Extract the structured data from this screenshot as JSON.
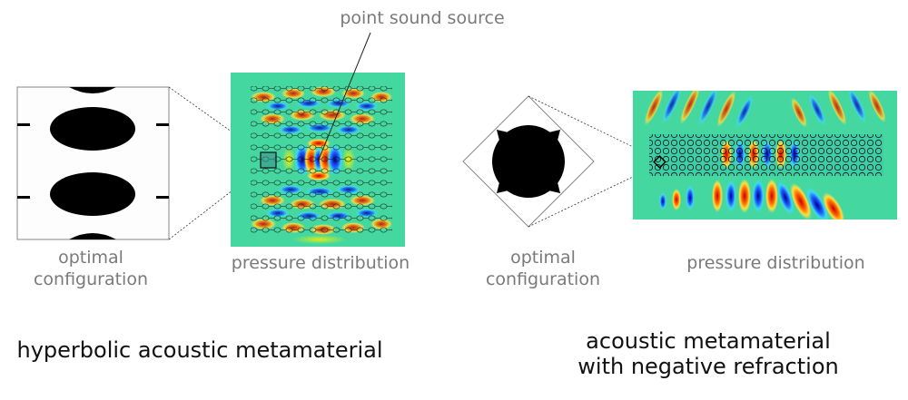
{
  "annotation": {
    "source_label": "point sound source"
  },
  "left_panel": {
    "config_label_line1": "optimal",
    "config_label_line2": "configuration",
    "field_label": "pressure distribution",
    "caption": "hyperbolic acoustic metamaterial"
  },
  "right_panel": {
    "config_label_line1": "optimal",
    "config_label_line2": "configuration",
    "field_label": "pressure distribution",
    "caption_line1": "acoustic metamaterial",
    "caption_line2": "with negative refraction"
  },
  "colors": {
    "field_background": "#44d8a0",
    "positive_lobe": "#d81e10",
    "negative_lobe": "#1a3ed0",
    "solid": "#000000",
    "label_gray": "#7a7a7a"
  }
}
